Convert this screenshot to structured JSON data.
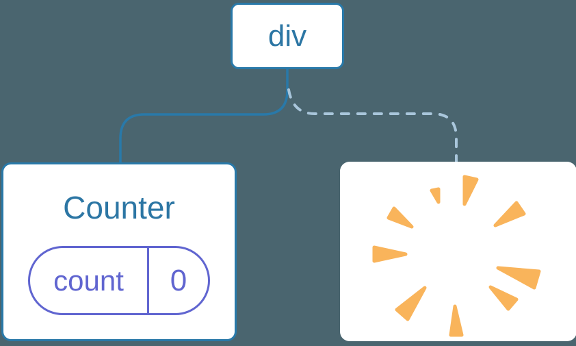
{
  "colors": {
    "background": "#4A656F",
    "node_background": "#FFFFFF",
    "node_border_blue": "#2979A9",
    "node_text_blue": "#2C76A4",
    "solid_edge": "#2979A9",
    "dashed_edge": "#A9C6DB",
    "state_purple": "#6065D0",
    "poof_orange": "#F9B45B"
  },
  "tree": {
    "root_label": "div",
    "counter": {
      "title": "Counter",
      "state_key": "count",
      "state_value": "0"
    },
    "removed_icon": "poof-explosion-icon"
  }
}
